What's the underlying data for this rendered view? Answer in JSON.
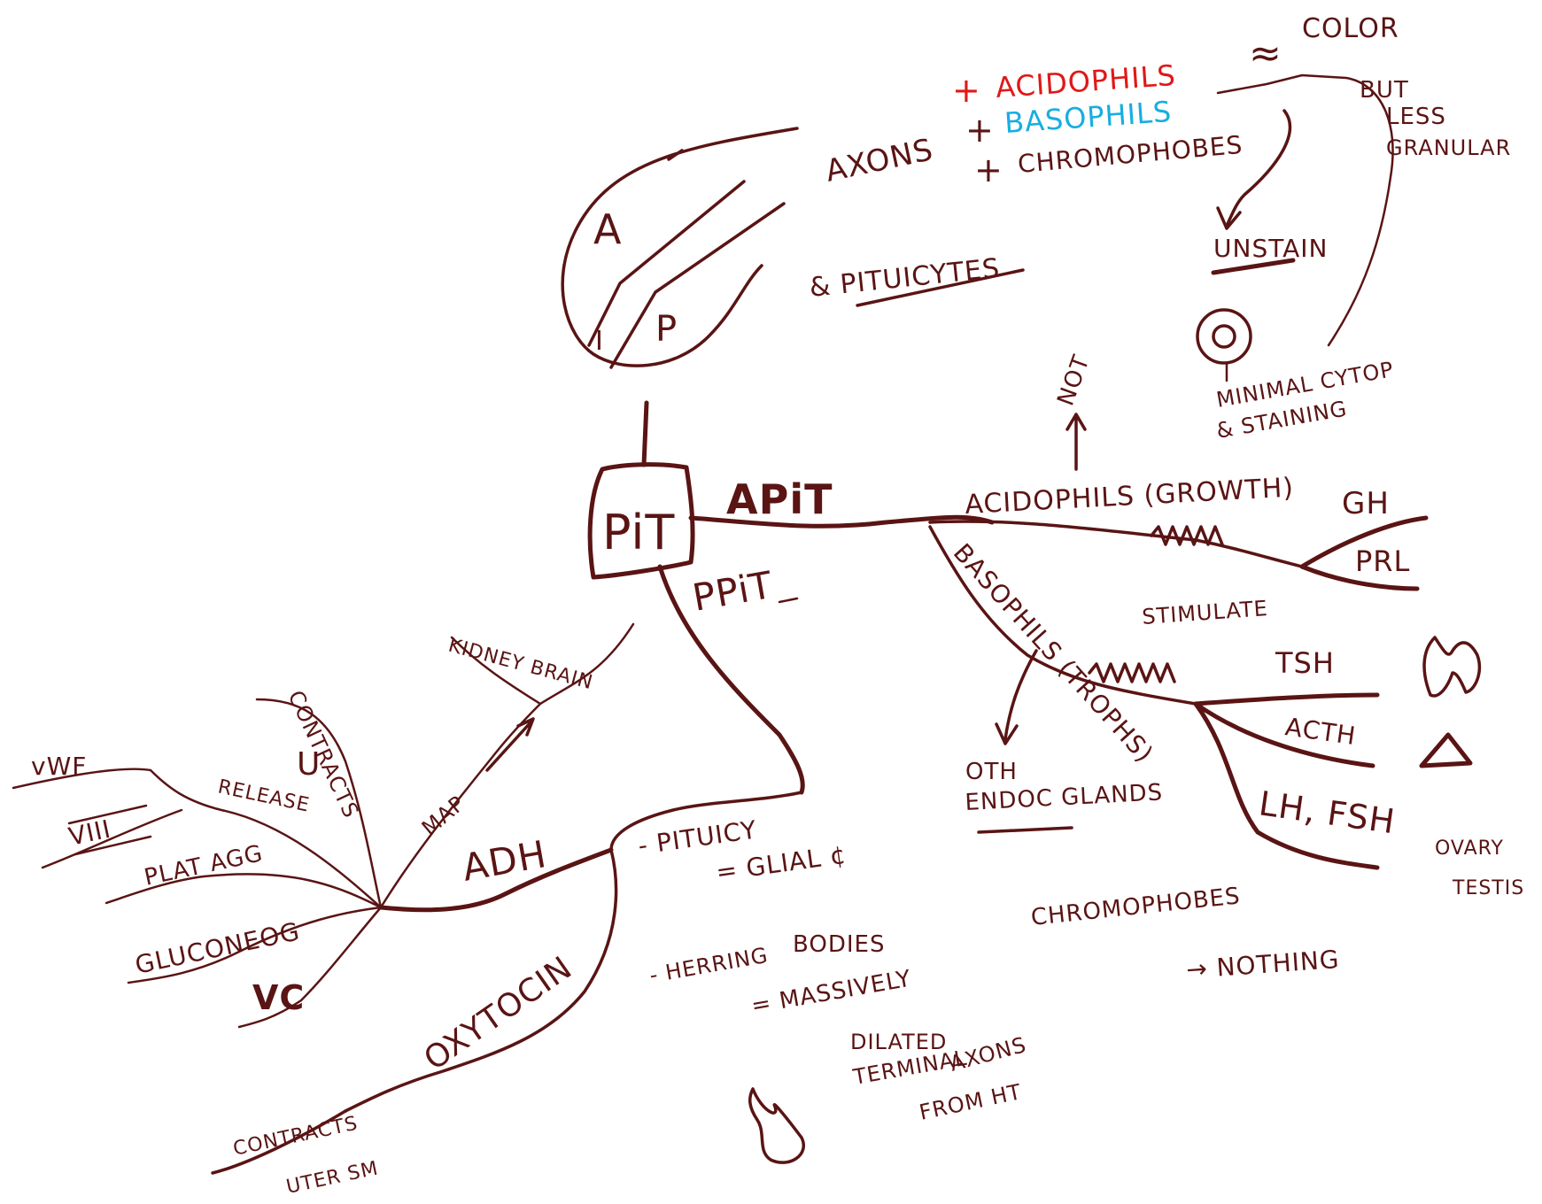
{
  "colors": {
    "ink": "#5a1414",
    "red_ink": "#e01818",
    "cyan_ink": "#18aee0"
  },
  "center": {
    "label": "PiT"
  },
  "anatomy": {
    "label_a": "A",
    "label_i": "I",
    "label_p": "P"
  },
  "top_notes": {
    "axons": "AXONS",
    "pituicytes": "& PITUICYTES",
    "acidophils": "ACIDOPHILS",
    "basophils": "BASOPHILS",
    "chromophobes": "CHROMOPHOBES",
    "approx": "≈",
    "color": "COLOR",
    "but_less_granular": [
      "BUT",
      "LESS",
      "GRANULAR"
    ],
    "unstain": "UNSTAIN",
    "minimal_cyto": [
      "MINIMAL CYTOP",
      "& STAINING"
    ],
    "not": "NOT"
  },
  "apit": {
    "label": "APiT",
    "acidophils_growth": "ACIDOPHILS (GROWTH)",
    "gh": "GH",
    "prl": "PRL",
    "basophils_trophs": "BASOPHILS (TROPHS)",
    "stimulate": "STIMULATE",
    "tsh": "TSH",
    "acth": "ACTH",
    "lh_fsh": "LH, FSH",
    "ovary_testis": [
      "OVARY",
      "TESTIS"
    ],
    "oth_endoc_glands": [
      "OTH",
      "ENDOC GLANDS"
    ]
  },
  "ppit": {
    "label": "PPiT",
    "pituicyte_glial": [
      "- PITUICY",
      "= GLIAL ¢"
    ],
    "herring_bodies": [
      "- HERRING",
      "BODIES",
      "= MASSIVELY",
      "DILATED",
      "TERMINAL",
      "AXONS",
      "FROM HT"
    ],
    "chromophobes_note": "CHROMOPHOBES",
    "nothing": "→ NOTHING"
  },
  "adh": {
    "label": "ADH",
    "map": "MAP",
    "kidney_brain": "KIDNEY BRAIN",
    "contracts": "CONTRACTS",
    "vwf": "vWF",
    "viii": "VIII",
    "release": "RELEASE",
    "plat_agg": "PLAT AGG",
    "glucoNeog": "GLUCONEOG",
    "vc": "VC",
    "u": "U"
  },
  "oxytocin": {
    "label": "OXYTOCIN",
    "contracts": "CONTRACTS",
    "uter_sm": "UTER SM"
  }
}
